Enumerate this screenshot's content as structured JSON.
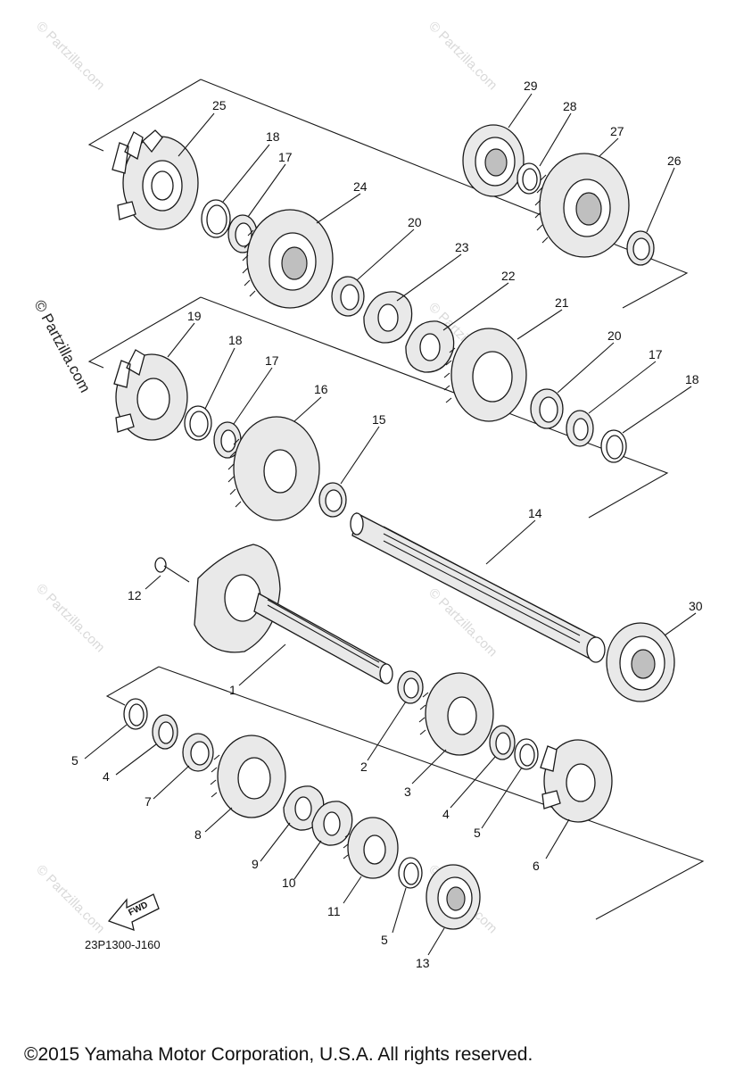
{
  "diagram": {
    "doc_number": "23P1300-J160",
    "fwd_label": "FWD",
    "watermark": "© Partzilla.com",
    "side_watermark": "© Partzilla.com",
    "copyright": "©2015 Yamaha Motor Corporation, U.S.A. All rights reserved."
  },
  "callouts": {
    "c1": "1",
    "c2": "2",
    "c3": "3",
    "c4a": "4",
    "c4b": "4",
    "c5a": "5",
    "c5b": "5",
    "c5c": "5",
    "c6": "6",
    "c7": "7",
    "c8": "8",
    "c9": "9",
    "c10": "10",
    "c11": "11",
    "c12": "12",
    "c13": "13",
    "c14": "14",
    "c15": "15",
    "c16": "16",
    "c17a": "17",
    "c17b": "17",
    "c17c": "17",
    "c18a": "18",
    "c18b": "18",
    "c18c": "18",
    "c19": "19",
    "c20a": "20",
    "c20b": "20",
    "c21": "21",
    "c22": "22",
    "c23": "23",
    "c24": "24",
    "c25": "25",
    "c26": "26",
    "c27": "27",
    "c28": "28",
    "c29": "29",
    "c30": "30"
  }
}
